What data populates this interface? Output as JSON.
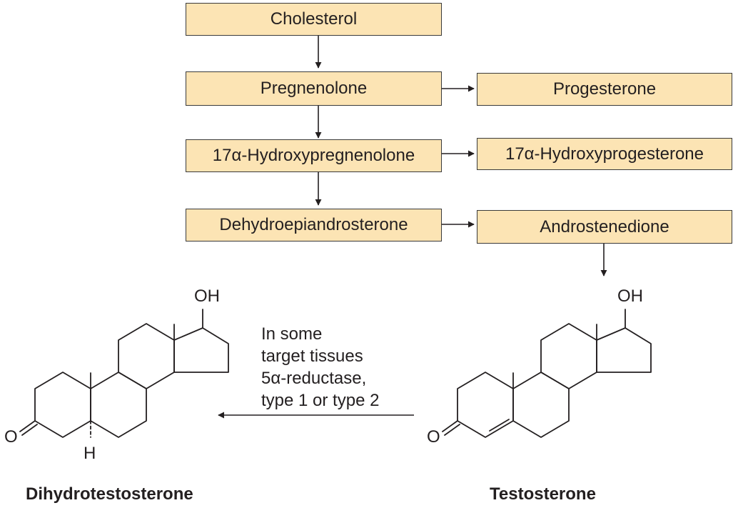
{
  "pathway": {
    "cholesterol": "Cholesterol",
    "pregnenolone": "Pregnenolone",
    "progesterone": "Progesterone",
    "hydroxypregnenolone": "17α-Hydroxypregnenolone",
    "hydroxyprogesterone": "17α-Hydroxyprogesterone",
    "dhea": "Dehydroepiandrosterone",
    "androstenedione": "Androstenedione"
  },
  "conversion_note": {
    "line1": "In some",
    "line2": "target tissues",
    "line3": "5α-reductase,",
    "line4": "type 1 or type 2"
  },
  "structures": {
    "dht": {
      "name": "Dihydrotestosterone",
      "oh": "OH",
      "o": "O",
      "h": "H"
    },
    "testosterone": {
      "name": "Testosterone",
      "oh": "OH",
      "o": "O"
    }
  },
  "colors": {
    "box_fill": "#fce4b4",
    "line": "#231f20"
  }
}
